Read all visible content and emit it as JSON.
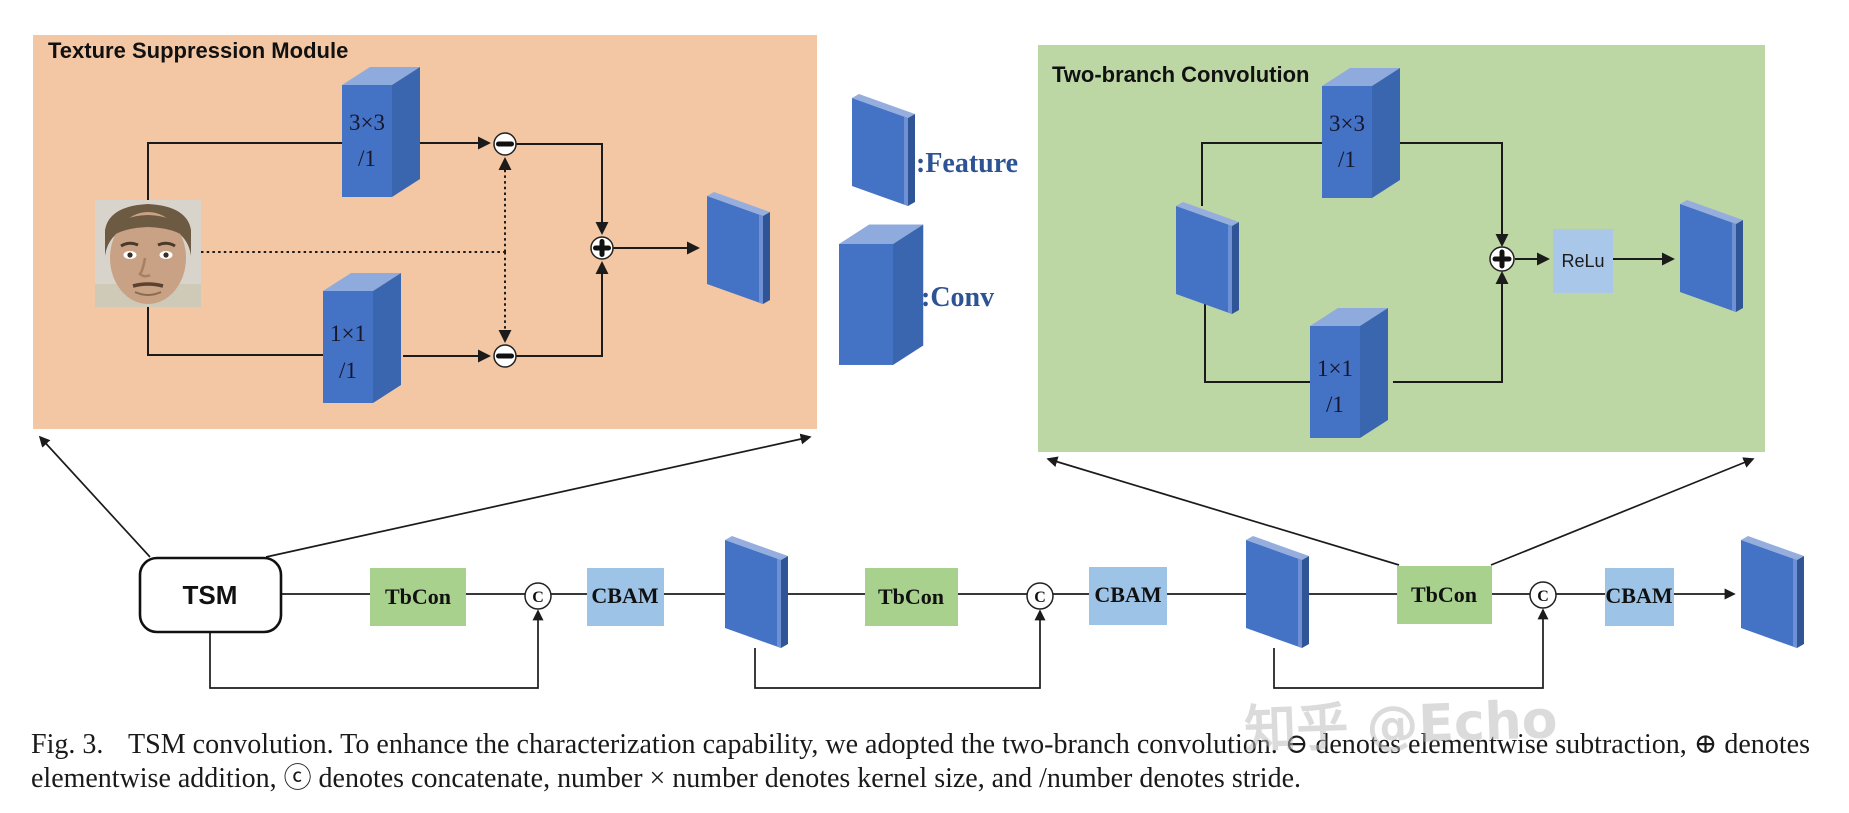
{
  "figure": {
    "caption_fig": "Fig. 3.",
    "caption_line1": "TSM convolution. To enhance the characterization capability, we adopted the two-branch convolution. ⊖ denotes elementwise subtraction, ⊕ denotes",
    "caption_line2": "elementwise addition, ⓒ denotes concatenate, number × number denotes kernel size, and /number denotes stride.",
    "watermark": "知乎 @Echo"
  },
  "tsm_module": {
    "title": "Texture Suppression Module",
    "input": "face-image",
    "conv_top": {
      "kernel": "3×3",
      "stride": "/1"
    },
    "conv_bottom": {
      "kernel": "1×1",
      "stride": "/1"
    },
    "operators": {
      "subtract_top": "⊖",
      "subtract_bottom": "⊖",
      "add": "⊕"
    }
  },
  "legend": {
    "feature_label": ":Feature",
    "conv_label": ":Conv"
  },
  "tbc_module": {
    "title": "Two-branch Convolution",
    "conv_top": {
      "kernel": "3×3",
      "stride": "/1"
    },
    "conv_bottom": {
      "kernel": "1×1",
      "stride": "/1"
    },
    "relu_label": "ReLu",
    "operators": {
      "add": "⊕"
    }
  },
  "pipeline": {
    "tsm_label": "TSM",
    "stages": [
      {
        "tbcon_label": "TbCon",
        "concat_label": "C",
        "cbam_label": "CBAM"
      },
      {
        "tbcon_label": "TbCon",
        "concat_label": "C",
        "cbam_label": "CBAM"
      },
      {
        "tbcon_label": "TbCon",
        "concat_label": "C",
        "cbam_label": "CBAM"
      }
    ]
  },
  "colors": {
    "tsm_module_bg": "#F3C7A3",
    "tbc_module_bg": "#BCD6A4",
    "conv_front": "#4472C4",
    "conv_top": "#8FAADC",
    "conv_side": "#3A66B0",
    "feature_edge": "#2F5597",
    "feature_highlight": "#96AEDE",
    "tbcon_box": "#A9D18E",
    "cbam_box": "#9DC3E6",
    "relu_box": "#A8C7E9",
    "legend_text": "#2E5395",
    "wire": "#1B1B1B"
  }
}
